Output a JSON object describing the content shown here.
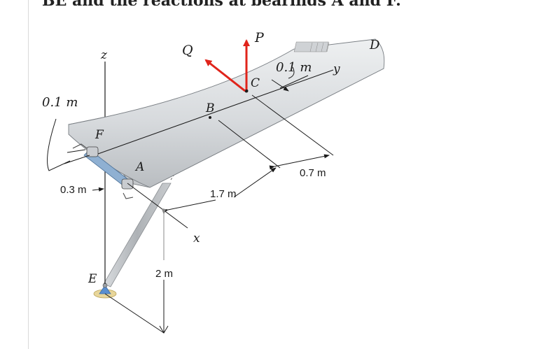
{
  "header": {
    "text": "BE and the reactions at bearings A and F."
  },
  "labels": {
    "force_q": "Q",
    "force_p": "P",
    "point_d": "D",
    "point_c": "C",
    "point_b": "B",
    "point_a": "A",
    "point_f": "F",
    "point_e": "E",
    "axis_z": "z",
    "axis_y": "y",
    "axis_x": "x"
  },
  "dimensions": {
    "dim_0_1_top": "0.1 m",
    "dim_0_1_left": "0.1 m",
    "dim_0_7": "0.7 m",
    "dim_1_7": "1.7 m",
    "dim_0_3": "0.3 m",
    "dim_2": "2 m"
  },
  "colors": {
    "force_arrow": "#e0241b",
    "wing_light": "#e4e6e8",
    "wing_dark": "#9a9ea3",
    "strut": "#b8bcc0",
    "line": "#1a1a1a"
  }
}
